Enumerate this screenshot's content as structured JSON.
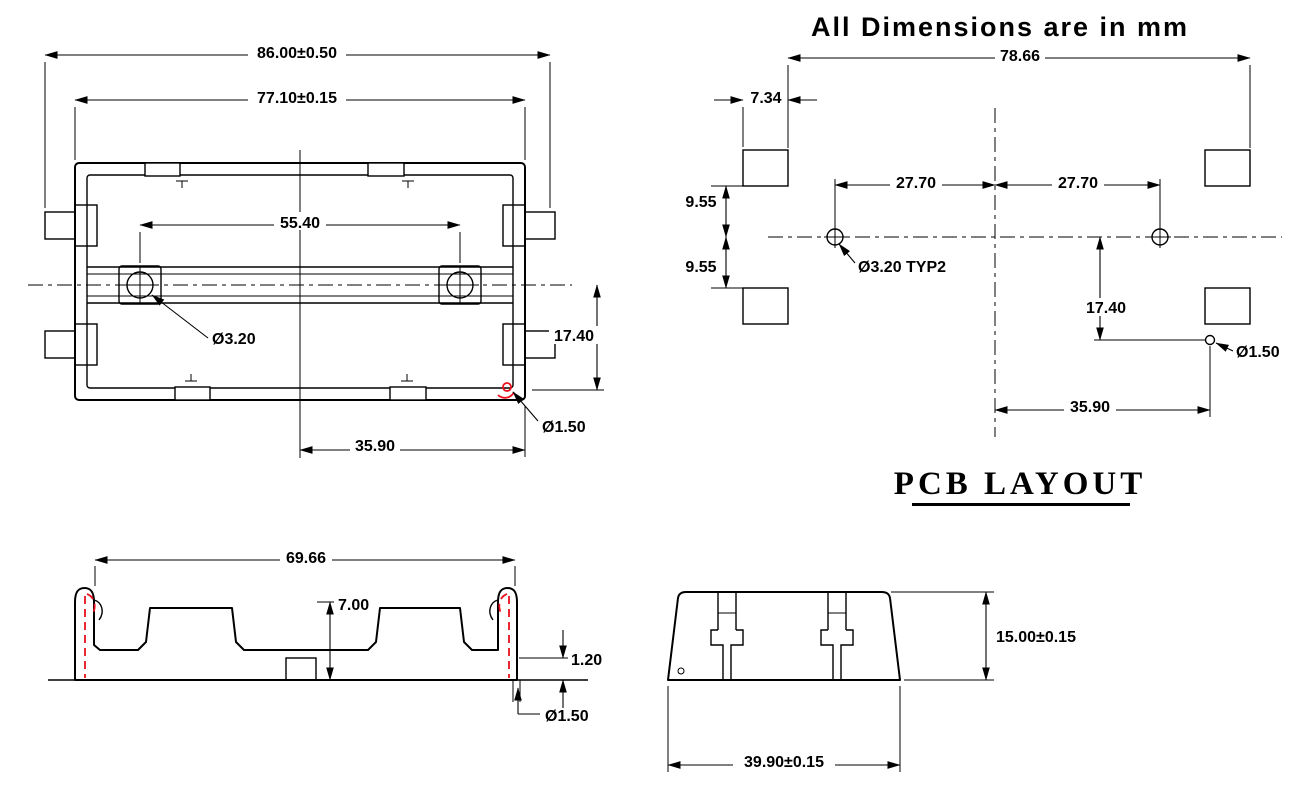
{
  "page": {
    "title": "All Dimensions are in mm"
  },
  "top_view": {
    "overall_width": "86.00±0.50",
    "body_width": "77.10±0.15",
    "hole_spacing": "55.40",
    "hole_dia": "Ø3.20",
    "pin_row_offset": "17.40",
    "pin_dia": "Ø1.50",
    "pin_col_offset": "35.90"
  },
  "pcb_layout": {
    "label": "PCB LAYOUT",
    "overall_width": "78.66",
    "pad_width": "7.34",
    "pad_gap_upper": "9.55",
    "pad_gap_lower": "9.55",
    "hole_offset_left": "27.70",
    "hole_offset_right": "27.70",
    "mount_hole_dia": "Ø3.20 TYP2",
    "pin_row_offset": "17.40",
    "pin_hole_dia": "Ø1.50",
    "pin_col_offset": "35.90"
  },
  "side_view": {
    "inner_length": "69.66",
    "cavity_depth": "7.00",
    "standoff_height": "1.20",
    "pin_dia": "Ø1.50"
  },
  "end_view": {
    "overall_height": "15.00±0.15",
    "overall_depth": "39.90±0.15"
  },
  "colors": {
    "line": "#000000",
    "highlight": "#e8111c",
    "background": "#ffffff"
  }
}
